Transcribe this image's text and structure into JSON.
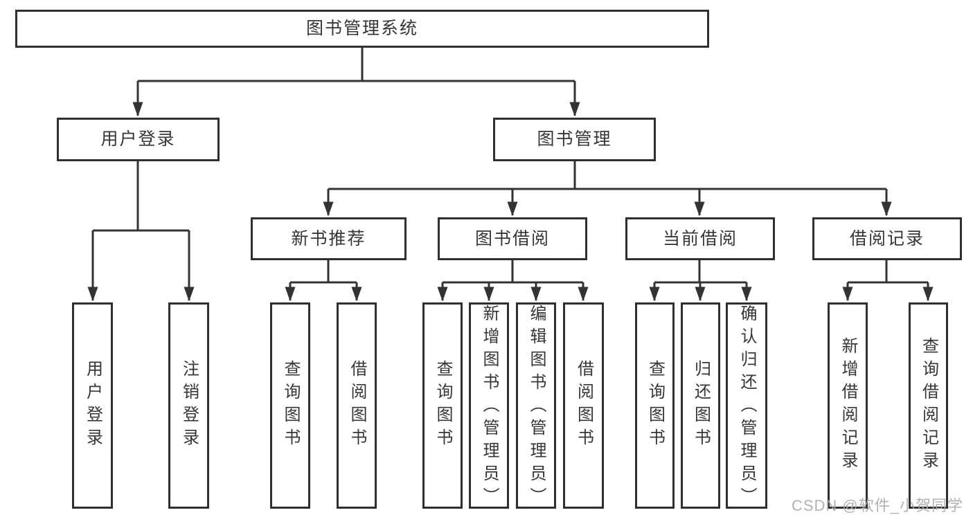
{
  "tree": {
    "root": {
      "label": "图书管理系统",
      "children": [
        {
          "label": "用户登录",
          "children": [
            {
              "label": "用户登录"
            },
            {
              "label": "注销登录"
            }
          ]
        },
        {
          "label": "图书管理",
          "children": [
            {
              "label": "新书推荐",
              "children": [
                {
                  "label": "查询图书"
                },
                {
                  "label": "借阅图书"
                }
              ]
            },
            {
              "label": "图书借阅",
              "children": [
                {
                  "label": "查询图书"
                },
                {
                  "label": "新增图书（管理员）"
                },
                {
                  "label": "编辑图书（管理员）"
                },
                {
                  "label": "借阅图书"
                }
              ]
            },
            {
              "label": "当前借阅",
              "children": [
                {
                  "label": "查询图书"
                },
                {
                  "label": "归还图书"
                },
                {
                  "label": "确认归还（管理员）"
                }
              ]
            },
            {
              "label": "借阅记录",
              "children": [
                {
                  "label": "新增借阅记录"
                },
                {
                  "label": "查询借阅记录"
                }
              ]
            }
          ]
        }
      ]
    }
  },
  "watermark": {
    "text": "CSDN @软件_小贺同学"
  },
  "colors": {
    "line": "#333333",
    "box_border": "#2f2f2f",
    "text": "#363636",
    "background": "#ffffff",
    "watermark": "#a8a8a8"
  }
}
